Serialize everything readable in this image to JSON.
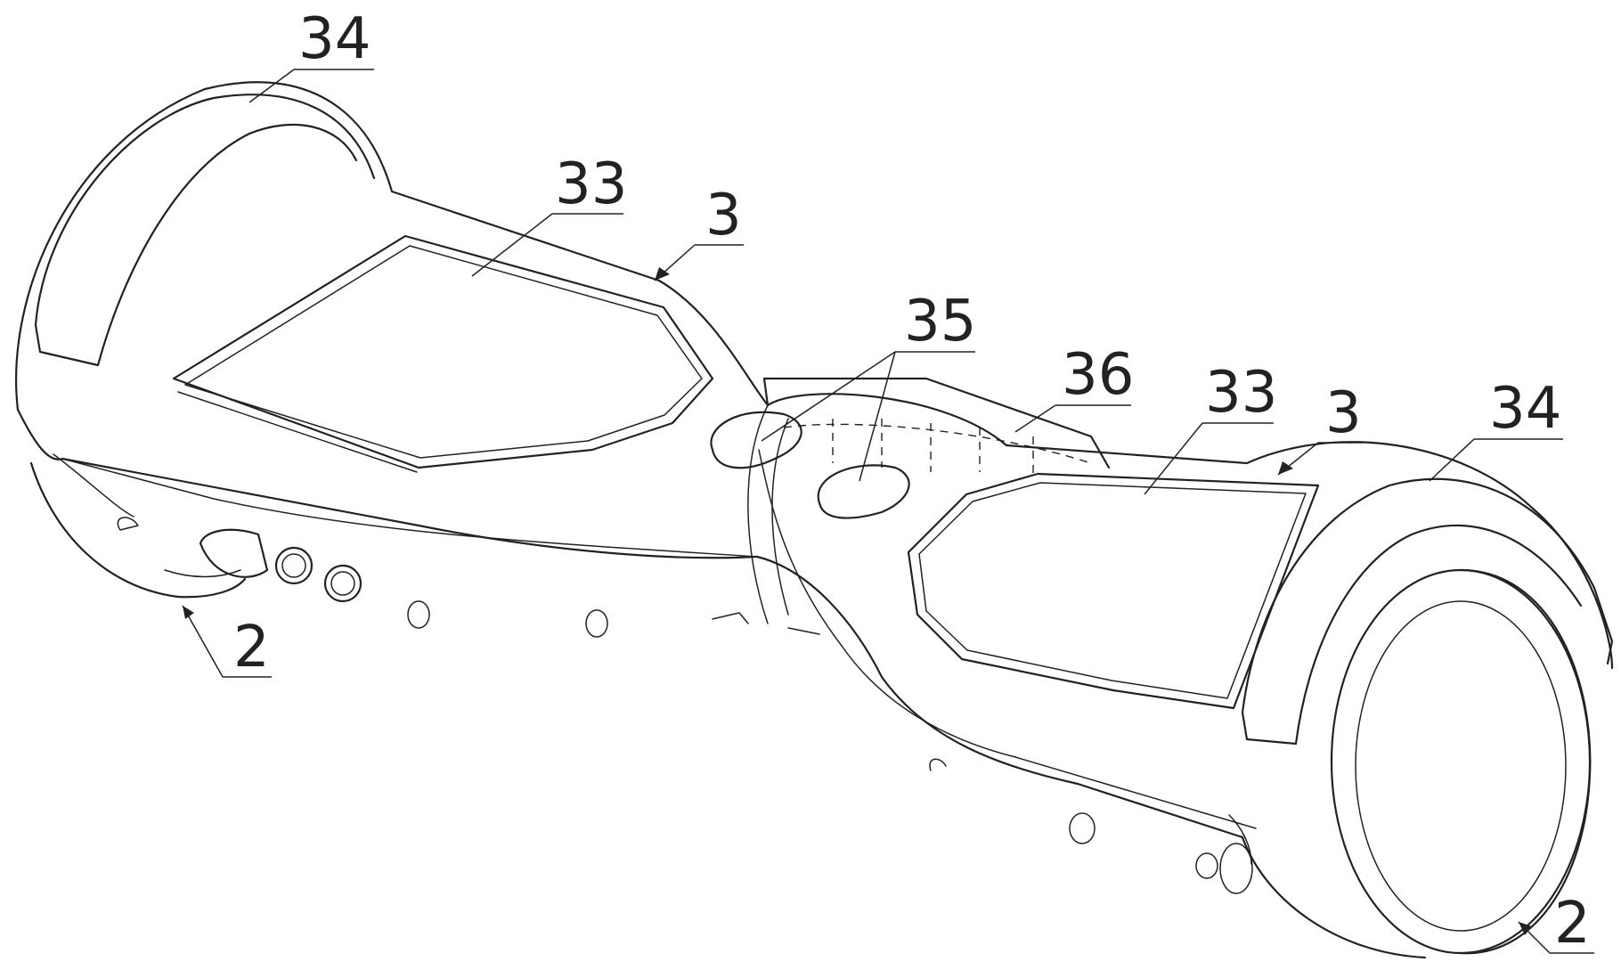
{
  "labels": {
    "wheel_left": "2",
    "wheel_right": "2",
    "body_left": "3",
    "body_right": "3",
    "pad_left": "33",
    "pad_right": "33",
    "fender_left": "34",
    "fender_right": "34",
    "sensor": "35",
    "handle": "36"
  }
}
